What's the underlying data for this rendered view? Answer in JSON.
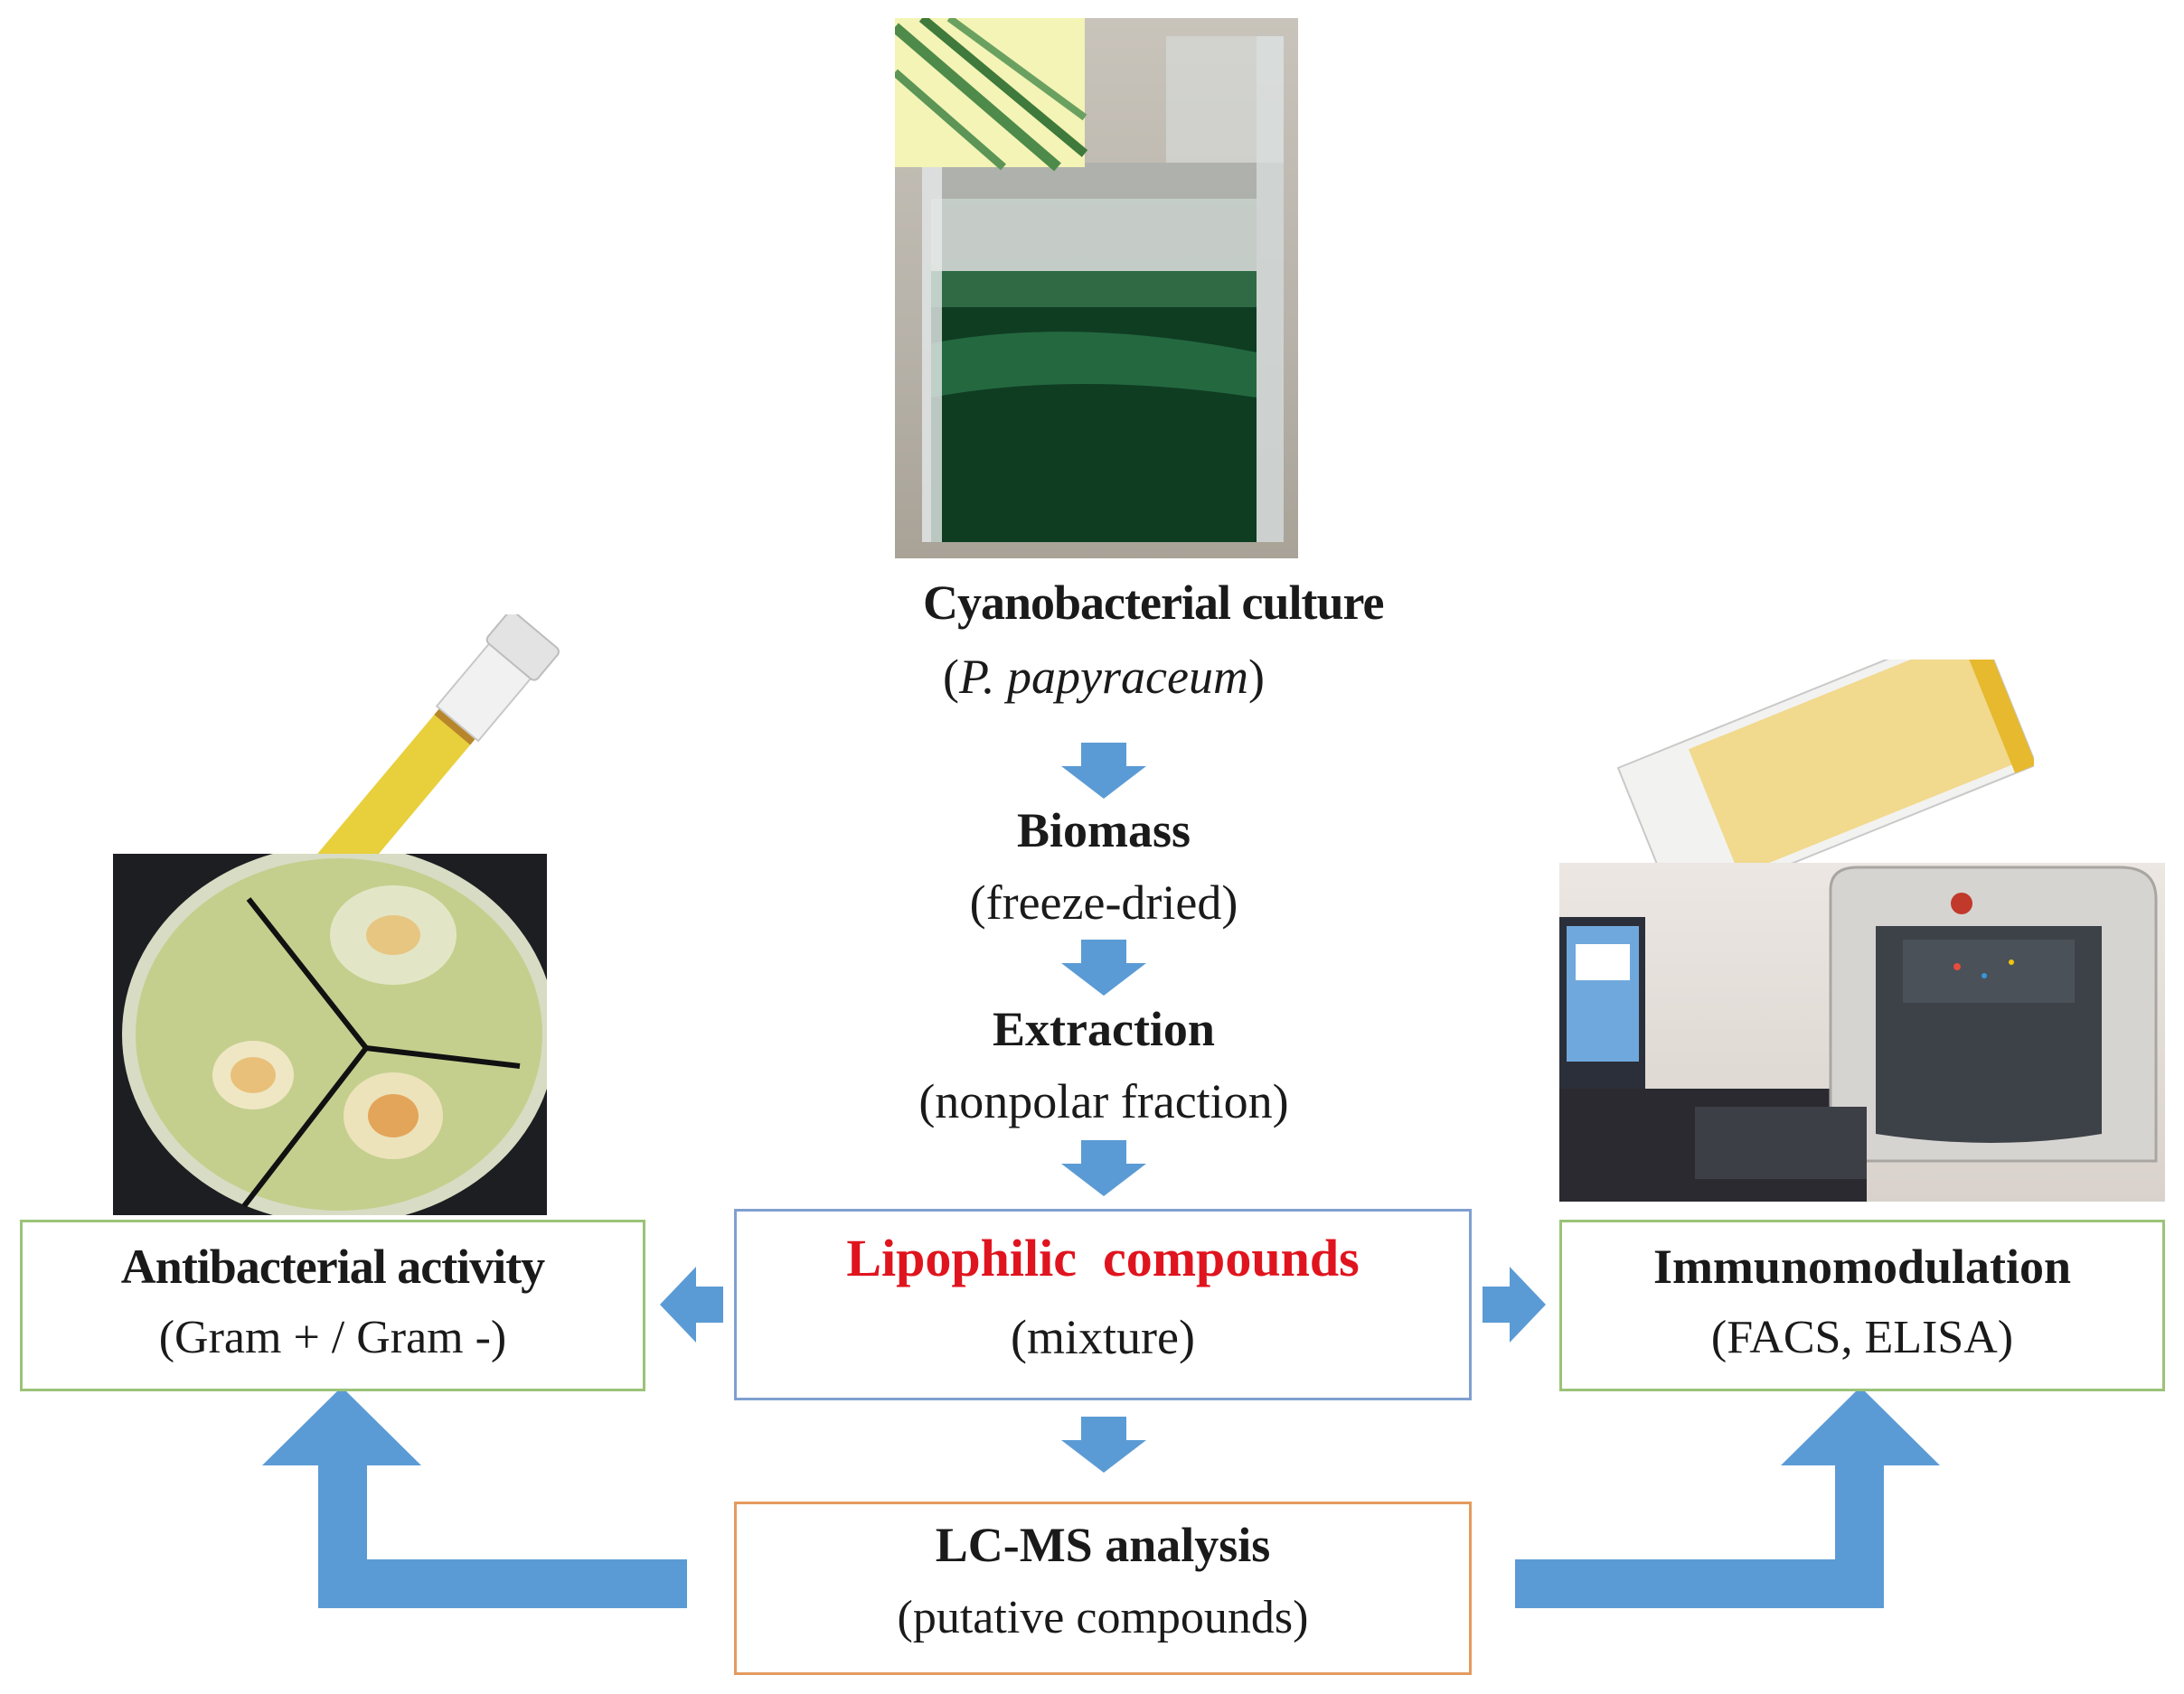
{
  "top": {
    "title": "Cyanobacterial culture",
    "subtitle_open": "(",
    "subtitle_italic": "P. papyraceum",
    "subtitle_close": ")"
  },
  "steps": [
    {
      "title": "Biomass",
      "subtitle": "(freeze-dried)"
    },
    {
      "title": "Extraction",
      "subtitle": "(nonpolar fraction)"
    }
  ],
  "center_box": {
    "title": "Lipophilic  compounds",
    "subtitle": "(mixture)"
  },
  "left_box": {
    "title": "Antibacterial activity",
    "subtitle": "(Gram + / Gram -)"
  },
  "right_box": {
    "title": "Immunomodulation",
    "subtitle": "(FACS, ELISA)"
  },
  "bottom_box": {
    "title": "LC-MS analysis",
    "subtitle": "(putative compounds)"
  },
  "colors": {
    "arrow": "#5b9bd5",
    "center_border": "#7f9fcf",
    "side_border": "#9bc378",
    "bottom_border": "#e59a5e",
    "highlight_text": "#e0141e"
  },
  "icons": {
    "culture_photo": "cyanobacteria-culture-flask-photo",
    "petri_photo": "petri-dish-photo",
    "facs_photo": "flow-cytometer-photo",
    "tube_photo": "test-tube-photo",
    "plate_photo": "microplate-photo"
  }
}
